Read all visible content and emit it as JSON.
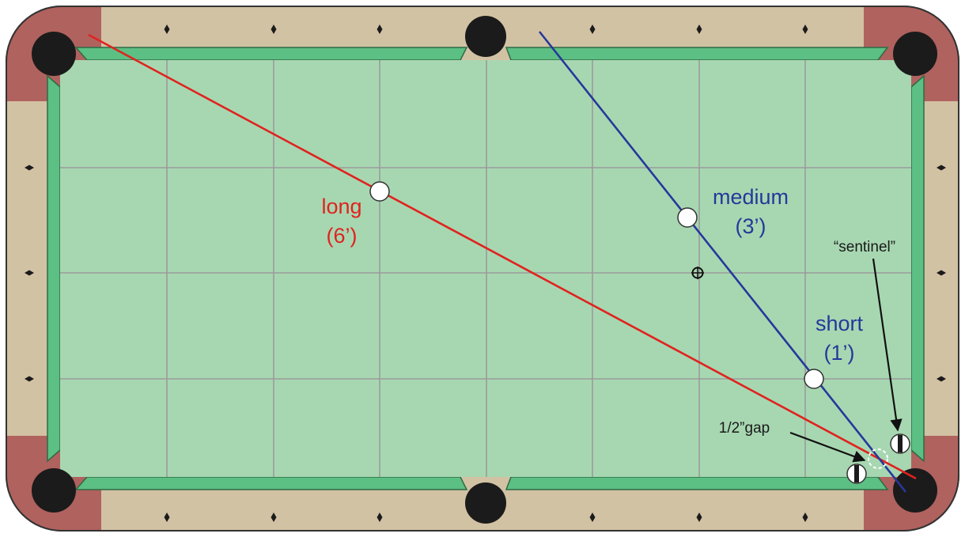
{
  "labels": {
    "long_name": "long",
    "long_len": "(6’)",
    "medium_name": "medium",
    "medium_len": "(3’)",
    "short_name": "short",
    "short_len": "(1’)",
    "sentinel": "“sentinel”",
    "gap": "1/2”gap"
  },
  "colors": {
    "rail_wood": "#d2c2a4",
    "corner_wood": "#b0625e",
    "cushion": "#5cbf83",
    "felt": "#a7d7b1",
    "grid": "#9b9b9b",
    "pocket": "#1b1b1b",
    "long_line": "#e0231f",
    "medium_line": "#26389b",
    "ball": "#ffffff"
  },
  "icons": {
    "diamond": "diamond-icon",
    "ball": "cue-ball-icon",
    "striped_ball": "striped-ball-icon",
    "target": "crosshair-target-icon",
    "gap_marker": "dashed-circle-icon"
  }
}
